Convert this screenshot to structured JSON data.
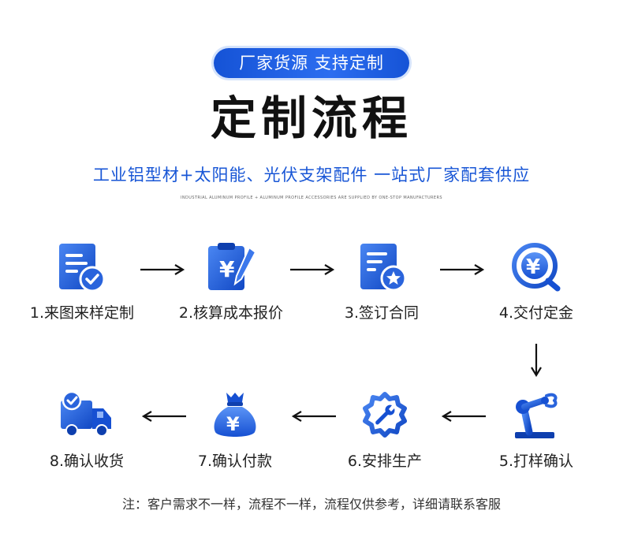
{
  "header": {
    "badge": "厂家货源 支持定制",
    "title": "定制流程",
    "subtitle": "工业铝型材+太阳能、光伏支架配件 一站式厂家配套供应",
    "subtitle_en": "INDUSTRIAL ALUMINUM PROFILE + ALUMINUM PROFILE ACCESSORIES ARE SUPPLIED BY ONE-STOP MANUFACTURERS"
  },
  "steps": [
    {
      "label": "1.来图来样定制",
      "icon": "document-check-icon"
    },
    {
      "label": "2.核算成本报价",
      "icon": "clipboard-yen-icon"
    },
    {
      "label": "3.签订合同",
      "icon": "contract-star-icon"
    },
    {
      "label": "4.交付定金",
      "icon": "yen-coin-icon"
    },
    {
      "label": "5.打样确认",
      "icon": "robot-arm-icon"
    },
    {
      "label": "6.安排生产",
      "icon": "gear-wrench-icon"
    },
    {
      "label": "7.确认付款",
      "icon": "money-bag-icon"
    },
    {
      "label": "8.确认收货",
      "icon": "delivery-truck-icon"
    }
  ],
  "icon_glyphs": {
    "yen": "¥"
  },
  "colors": {
    "primary": "#1856d6",
    "dark": "#0e3fae",
    "light": "#5d8ff5",
    "text": "#222222"
  },
  "footer": {
    "note": "注：客户需求不一样，流程不一样，流程仅供参考，详细请联系客服"
  }
}
